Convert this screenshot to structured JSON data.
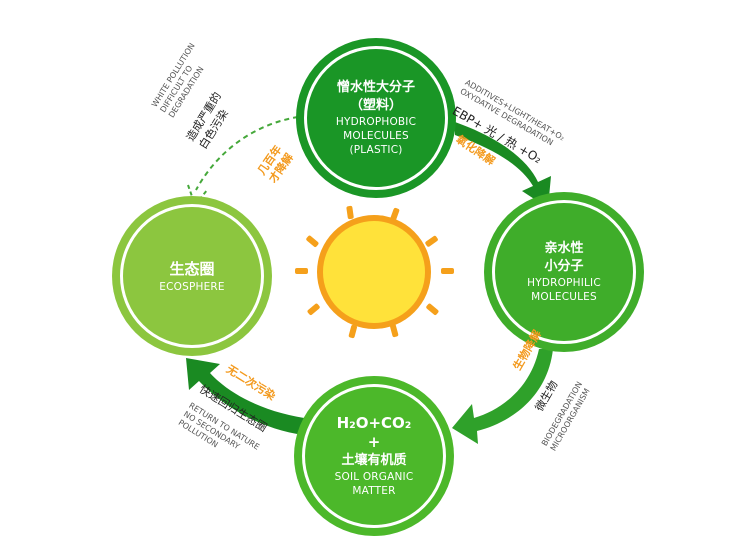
{
  "nodes": {
    "plastic": {
      "zh_line1": "憎水性大分子",
      "zh_line2": "（塑料）",
      "en_line1": "HYDROPHOBIC",
      "en_line2": "MOLECULES",
      "en_line3": "(PLASTIC)"
    },
    "hydrophilic": {
      "zh_line1": "亲水性",
      "zh_line2": "小分子",
      "en_line1": "HYDROPHILIC",
      "en_line2": "MOLECULES"
    },
    "soil": {
      "formula_h2o": "H₂O",
      "formula_plus": "+",
      "formula_co2": "CO₂",
      "plus": "+",
      "zh": "土壤有机质",
      "en_line1": "SOIL ORGANIC",
      "en_line2": "MATTER"
    },
    "ecosphere": {
      "zh": "生态圈",
      "en": "ECOSPHERE"
    }
  },
  "labels": {
    "top_right_en_line1": "ADDITIVES+LIGHT/HEAT+O₂",
    "top_right_en_line2": "OXYDATIVE DEGRADATION",
    "top_right_formula": "EBP+ 光 / 热 +O₂",
    "oxidation_zh": "氧化降解",
    "bottom_right_zh": "生物降解",
    "bottom_right_micro_zh": "微生物",
    "bottom_right_en_line1": "BIODEGRADATION",
    "bottom_right_en_line2": "MICROORGANISM",
    "bottom_left_no_secondary_zh": "无二次污染",
    "bottom_left_return_zh": "快速回归生态圈",
    "bottom_left_en_line1": "RETURN TO NATURE",
    "bottom_left_en_line2": "NO SECONDARY",
    "bottom_left_en_line3": "POLLUTION",
    "top_left_en_line1": "WHITE POLLUTION",
    "top_left_en_line2": "DIFFICULT TO",
    "top_left_en_line3": "DEGRADATION",
    "top_left_zh_line1": "造成严重的",
    "top_left_zh_line2": "白色污染",
    "centuries_line1": "几百年",
    "centuries_line2": "才降解"
  },
  "colors": {
    "dark_green": "#1a9626",
    "mid_green": "#4cb82a",
    "light_green": "#8cc63f",
    "orange": "#f39a1e",
    "sun_orange": "#f5a01b",
    "sun_yellow": "#ffe23a",
    "dashed_green": "#45a83a",
    "label_gray": "#555555"
  },
  "icons": {
    "sun": "sun-icon"
  }
}
